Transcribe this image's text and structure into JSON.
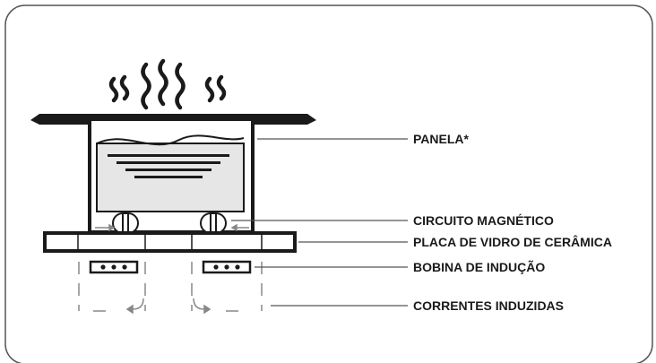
{
  "labels": {
    "pan": "PANELA*",
    "magnetic_circuit": "CIRCUITO MAGNÉTICO",
    "glass_plate": "PLACA DE VIDRO DE CERÂMICA",
    "induction_coil": "BOBINA DE INDUÇÃO",
    "induced_currents": "CORRENTES INDUZIDAS"
  },
  "colors": {
    "ink": "#1a1a1a",
    "frame": "#555555",
    "pan_fill": "#e6e6e6",
    "soft_line": "#888888"
  }
}
